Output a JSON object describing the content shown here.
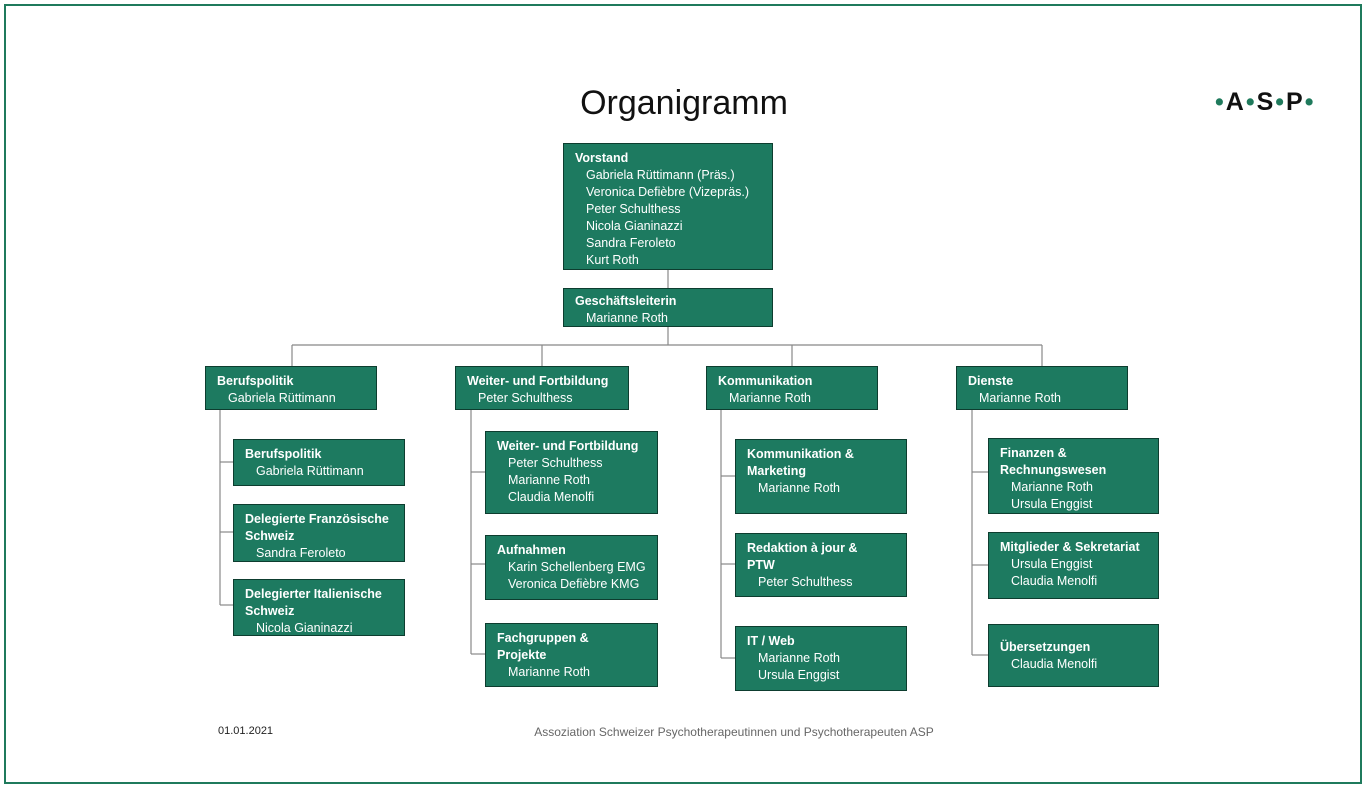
{
  "title": "Organigramm",
  "logo": {
    "letters": [
      "A",
      "S",
      "P"
    ],
    "dot": "•"
  },
  "colors": {
    "box_fill": "#1d7a60",
    "frame": "#1f7a5c",
    "line": "#888888"
  },
  "boxes": {
    "vorstand": {
      "head": "Vorstand",
      "members": [
        "Gabriela Rüttimann (Präs.)",
        "Veronica Defièbre (Vizepräs.)",
        "Peter Schulthess",
        "Nicola Gianinazzi",
        "Sandra Feroleto",
        "Kurt Roth"
      ]
    },
    "geschaeftsleiterin": {
      "head": "Geschäftsleiterin",
      "members": [
        "Marianne Roth"
      ]
    },
    "berufspolitik_top": {
      "head": "Berufspolitik",
      "members": [
        "Gabriela Rüttimann"
      ]
    },
    "weiterbildung_top": {
      "head": "Weiter- und Fortbildung",
      "members": [
        "Peter Schulthess"
      ]
    },
    "kommunikation_top": {
      "head": "Kommunikation",
      "members": [
        "Marianne Roth"
      ]
    },
    "dienste_top": {
      "head": "Dienste",
      "members": [
        "Marianne Roth"
      ]
    },
    "berufspolitik_sub": {
      "head": "Berufspolitik",
      "members": [
        "Gabriela Rüttimann"
      ]
    },
    "delegierte_fr": {
      "head": "Delegierte Französische Schweiz",
      "members": [
        "Sandra Feroleto"
      ]
    },
    "delegierter_it": {
      "head": "Delegierter Italienische Schweiz",
      "members": [
        "Nicola Gianinazzi"
      ]
    },
    "weiterbildung_sub": {
      "head": "Weiter- und Fortbildung",
      "members": [
        "Peter Schulthess",
        "Marianne Roth",
        "Claudia Menolfi"
      ]
    },
    "aufnahmen": {
      "head": "Aufnahmen",
      "members": [
        "Karin Schellenberg EMG",
        "Veronica Defièbre KMG"
      ]
    },
    "fachgruppen": {
      "head": "Fachgruppen & Projekte",
      "members": [
        "Marianne Roth"
      ]
    },
    "kommunikation_marketing": {
      "head": "Kommunikation & Marketing",
      "members": [
        "Marianne Roth"
      ]
    },
    "redaktion": {
      "head": "Redaktion à jour & PTW",
      "members": [
        "Peter Schulthess"
      ]
    },
    "it_web": {
      "head": "IT / Web",
      "members": [
        "Marianne Roth",
        "Ursula Enggist"
      ]
    },
    "finanzen": {
      "head": "Finanzen & Rechnungswesen",
      "members": [
        "Marianne Roth",
        "Ursula Enggist"
      ]
    },
    "mitglieder": {
      "head": "Mitglieder & Sekretariat",
      "members": [
        "Ursula Enggist",
        "Claudia Menolfi"
      ]
    },
    "uebersetzungen": {
      "head": "Übersetzungen",
      "members": [
        "Claudia Menolfi"
      ]
    }
  },
  "footer": {
    "date": "01.01.2021",
    "organization": "Assoziation Schweizer Psychotherapeutinnen und Psychotherapeuten ASP"
  }
}
